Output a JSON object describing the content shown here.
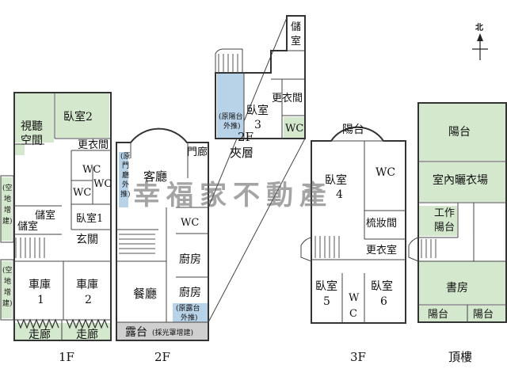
{
  "compass": {
    "label": "北"
  },
  "watermark": "幸福家不動產",
  "floors": {
    "f1": {
      "label": "1F",
      "rooms": {
        "av_room": [
          "視聽",
          "空間"
        ],
        "bedroom2": "臥室2",
        "dressing": "更衣間",
        "wc_a": "WC",
        "wc_b": "WC",
        "wc_c": "WC",
        "storage_a": "儲室",
        "storage_b": "儲室",
        "bedroom1": "臥室1",
        "foyer": "玄關",
        "garage1": [
          "車庫",
          "1"
        ],
        "garage2": [
          "車庫",
          "2"
        ],
        "corridor1": "走廊",
        "corridor2": "走廊",
        "annex_top": [
          "(空",
          "地",
          "增",
          "建)"
        ],
        "annex_bottom": [
          "(空",
          "地",
          "增",
          "建)"
        ]
      }
    },
    "f2": {
      "label": "2F",
      "rooms": {
        "original_door": [
          "(原",
          "門",
          "廳",
          "外",
          "推)"
        ],
        "living": "客廳",
        "porch": "門廊",
        "wc": "WC",
        "kitchen_a": "廚房",
        "kitchen_b": "廚房",
        "dining": "餐廳",
        "terrace_note": [
          "(原露台",
          "外推)"
        ],
        "terrace": "露台",
        "terrace_extension": "(採光罩增建)"
      }
    },
    "mezzanine": {
      "label": [
        "2F",
        "夾層"
      ],
      "rooms": {
        "storage": [
          "儲",
          "室"
        ],
        "dressing": "更衣間",
        "bedroom3": [
          "臥室",
          "3"
        ],
        "balcony_note": [
          "(原陽台",
          "外推)"
        ],
        "wc": "WC"
      }
    },
    "f3": {
      "label": "3F",
      "rooms": {
        "balcony": "陽台",
        "bedroom4": [
          "臥室",
          "4"
        ],
        "wc": "WC",
        "vanity": "梳妝間",
        "dressing": "更衣室",
        "bedroom5": [
          "臥室",
          "5"
        ],
        "wc_small": [
          "W",
          "C"
        ],
        "bedroom6": [
          "臥室",
          "6"
        ]
      }
    },
    "roof": {
      "label": "頂樓",
      "rooms": {
        "balcony_top": "陽台",
        "drying": "室內曬衣場",
        "work_balcony": [
          "工作",
          "陽台"
        ],
        "study": "書房",
        "balcony_l": "陽台",
        "balcony_r": "陽台"
      }
    }
  }
}
